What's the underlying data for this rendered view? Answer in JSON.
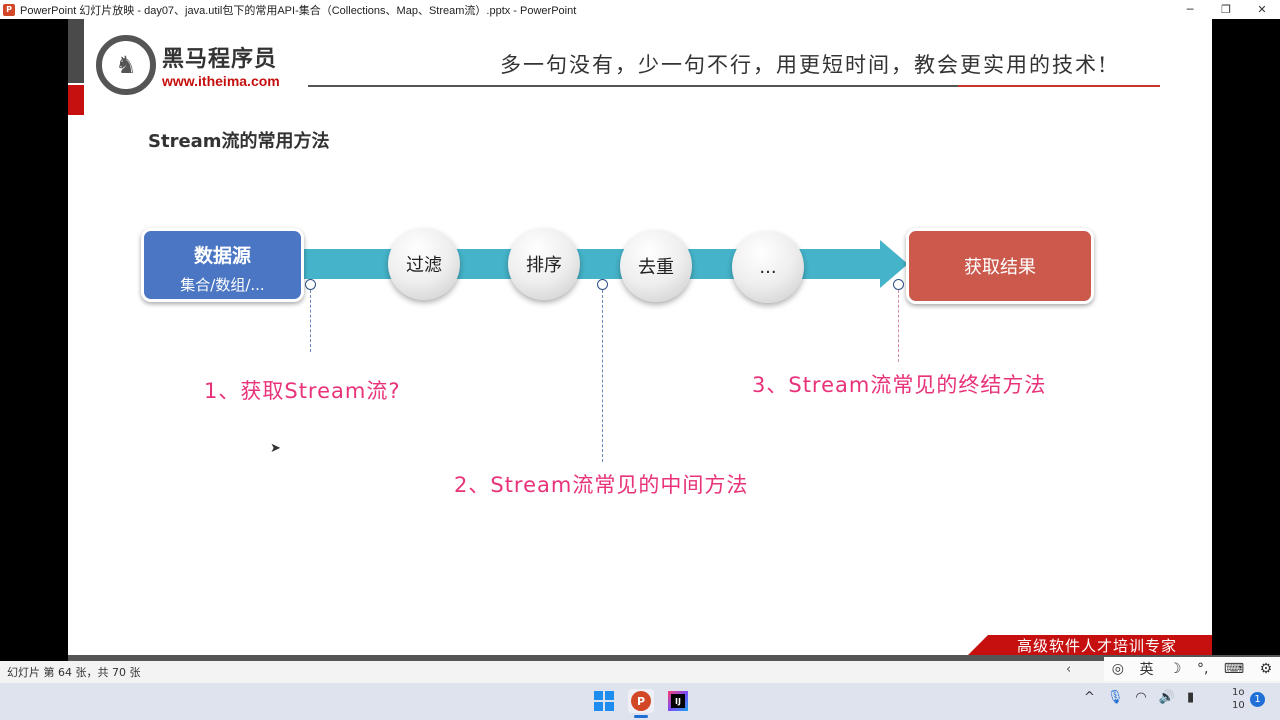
{
  "window": {
    "app_icon": "P",
    "title": "PowerPoint 幻灯片放映 - day07、java.util包下的常用API-集合（Collections、Map、Stream流）.pptx - PowerPoint",
    "controls": {
      "minimize": "─",
      "restore": "❐",
      "close": "✕"
    }
  },
  "slide": {
    "logo": {
      "icon": "horse-logo-icon",
      "glyph": "♞",
      "name_cn": "黑马程序员",
      "url": "www.itheima.com"
    },
    "slogan": "多一句没有，少一句不行，用更短时间，教会更实用的技术!",
    "heading": "Stream流的常用方法",
    "flow": {
      "source": {
        "title": "数据源",
        "subtitle": "集合/数组/..."
      },
      "steps": [
        "过滤",
        "排序",
        "去重",
        "..."
      ],
      "result": "获取结果"
    },
    "annotations": [
      "1、获取Stream流?",
      "2、Stream流常见的中间方法",
      "3、Stream流常见的终结方法"
    ],
    "footer_banner": "高级软件人才培训专家",
    "colors": {
      "source_box": "#4a76c3",
      "result_box": "#cb5a4d",
      "flow_arrow": "#45b3c9",
      "annotation": "#e8327a",
      "brand_red": "#c5100f"
    }
  },
  "statusbar": {
    "slide_counter": "幻灯片 第 64 张，共 70 张"
  },
  "ime": {
    "prev": "‹",
    "mode": "英",
    "moon": "☽",
    "punct": "°,",
    "keyboard": "⌨",
    "settings": "⚙"
  },
  "taskbar": {
    "start": "start-icon",
    "powerpoint": "P",
    "intellij": "IJ",
    "tray": {
      "chevron": "^",
      "mic": "🎙",
      "wifi": "◠",
      "volume": "🔊",
      "battery": "▮"
    },
    "clock": {
      "time": "1o",
      "date": "10"
    },
    "notifications": "1"
  }
}
